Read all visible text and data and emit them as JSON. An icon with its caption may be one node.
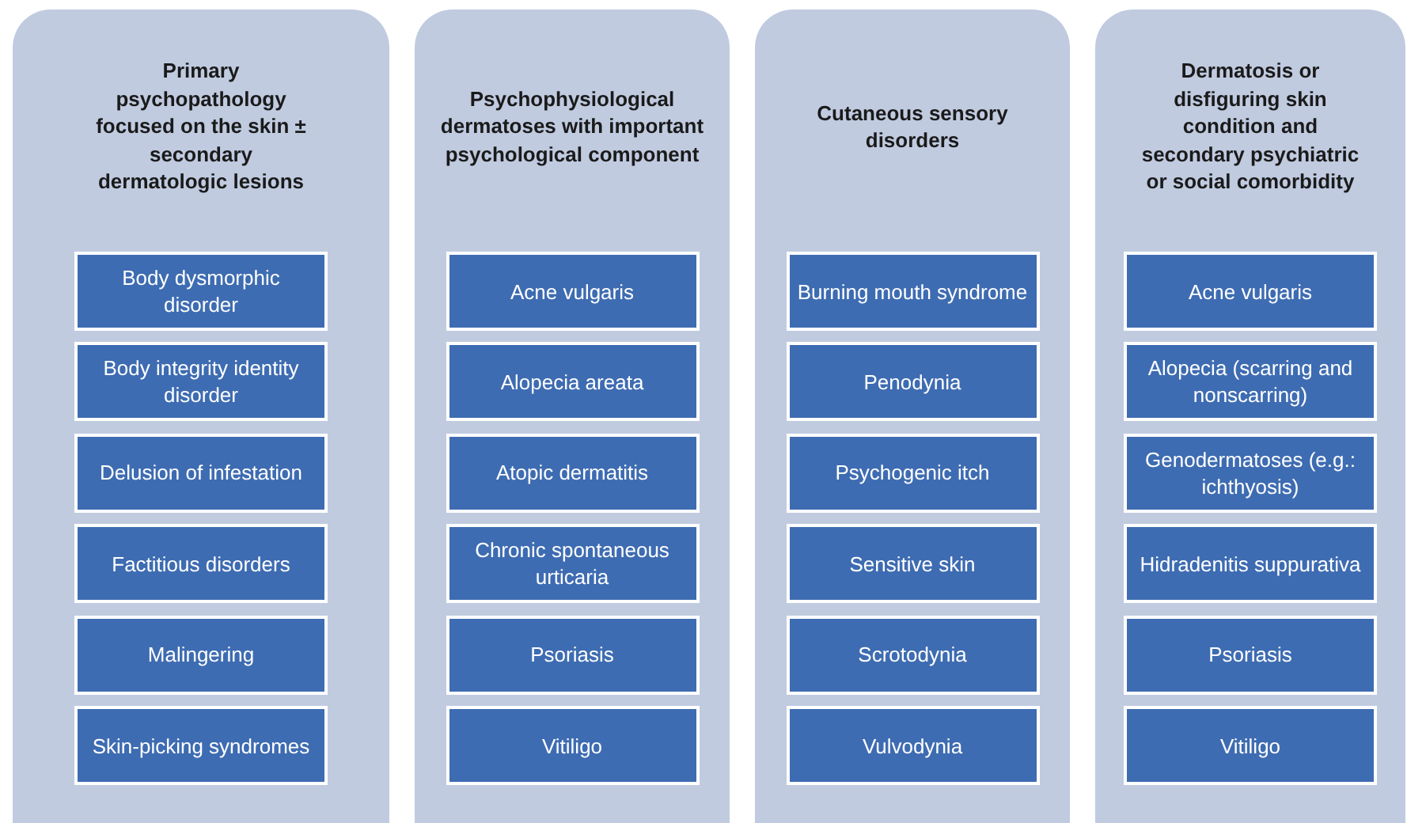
{
  "diagram": {
    "nodes": [
      {
        "text": [
          "Primary psychopathology focused on the skin ± secondary dermatologic lesions"
        ]
      },
      {
        "text": [
          "Body dysmorphic disorder"
        ],
        "in": 0
      },
      {
        "text": [
          "Body integrity identity disorder"
        ],
        "in": 0
      },
      {
        "text": [
          "Delusion of infestation"
        ],
        "in": 0
      },
      {
        "text": [
          "Factitious disorders"
        ],
        "in": 0
      },
      {
        "text": [
          "Malingering"
        ],
        "in": 0
      },
      {
        "text": [
          "Skin-picking syndromes"
        ],
        "in": 0
      },
      {
        "text": [
          "Psychophysiological dermatoses with important psychological component"
        ]
      },
      {
        "text": [
          "Acne vulgaris"
        ],
        "in": 7
      },
      {
        "text": [
          "Alopecia areata"
        ],
        "in": 7
      },
      {
        "text": [
          "Atopic dermatitis"
        ],
        "in": 7
      },
      {
        "text": [
          "Chronic spontaneous urticaria"
        ],
        "in": 7
      },
      {
        "text": [
          "Psoriasis"
        ],
        "in": 7
      },
      {
        "text": [
          "Vitiligo"
        ],
        "in": 7
      },
      {
        "text": [
          "Cutaneous sensory disorders"
        ]
      },
      {
        "text": [
          "Burning mouth syndrome"
        ],
        "in": 14
      },
      {
        "text": [
          "Penodynia"
        ],
        "in": 14
      },
      {
        "text": [
          "Psychogenic itch"
        ],
        "in": 14
      },
      {
        "text": [
          "Sensitive skin"
        ],
        "in": 14
      },
      {
        "text": [
          "Scrotodynia"
        ],
        "in": 14
      },
      {
        "text": [
          "Vulvodynia"
        ],
        "in": 14
      },
      {
        "text": [
          "Dermatosis or disfiguring skin condition and secondary psychiatric or social comorbidity"
        ]
      },
      {
        "text": [
          "Acne vulgaris"
        ],
        "in": 21
      },
      {
        "text": [
          "Alopecia (scarring and nonscarring)"
        ],
        "in": 21
      },
      {
        "text": [
          "Genodermatoses (e.g.: ichthyosis)"
        ],
        "in": 21
      },
      {
        "text": [
          "Hidradenitis suppurativa"
        ],
        "in": 21
      },
      {
        "text": [
          "Psoriasis"
        ],
        "in": 21
      },
      {
        "text": [
          "Vitiligo"
        ],
        "in": 21
      }
    ]
  }
}
